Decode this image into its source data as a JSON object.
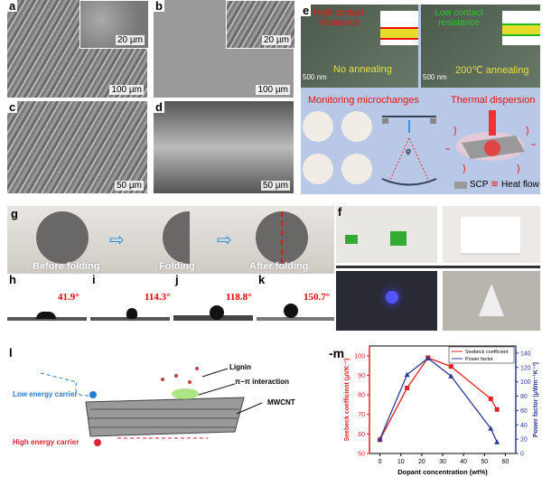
{
  "panels": {
    "a": {
      "label": "a",
      "scale_main": "100 µm",
      "scale_inset": "20 µm"
    },
    "b": {
      "label": "b",
      "scale_main": "100 µm",
      "scale_inset": "20 µm"
    },
    "c": {
      "label": "c",
      "scale": "50 µm"
    },
    "d": {
      "label": "d",
      "scale": "50 µm"
    },
    "e": {
      "label": "e",
      "left_title": "High contact resistance",
      "left_caption": "No annealing",
      "left_scale": "500 nm",
      "right_title": "Low contact resistance",
      "right_caption": "200℃ annealing",
      "right_scale": "500 nm",
      "monitoring": "Monitoring microchanges",
      "thermal": "Thermal dispersion",
      "angle_symbol": "φ",
      "heat_arrow": "Heat flow",
      "legend_scp": "SCP",
      "legend_heat": "Heat flow"
    },
    "f": {
      "label": "f"
    },
    "g": {
      "label": "g",
      "steps": [
        "Before folding",
        "Folding",
        "After folding"
      ]
    },
    "contact": [
      {
        "label": "h",
        "angle": "41.9°"
      },
      {
        "label": "i",
        "angle": "114.3°"
      },
      {
        "label": "j",
        "angle": "118.8°"
      },
      {
        "label": "k",
        "angle": "150.7°"
      }
    ],
    "l": {
      "label": "l",
      "lignin": "Lignin",
      "pi": "π−π interaction",
      "mwcnt": "MWCNT",
      "low": "Low energy carrier",
      "high": "High energy carrier"
    },
    "m": {
      "label": "-m"
    }
  },
  "chart_data": {
    "type": "line",
    "xlabel": "Dopant concentration (wt%)",
    "ylabel": "Seebeck coefficient (μVK⁻¹)",
    "y2label": "Power factor (μWm⁻¹K⁻²)",
    "xlim": [
      -5,
      65
    ],
    "ylim": [
      50,
      105
    ],
    "y2lim": [
      0,
      150
    ],
    "xticks": [
      0,
      10,
      20,
      30,
      40,
      50,
      60
    ],
    "yticks": [
      50,
      60,
      70,
      80,
      90,
      100
    ],
    "y2ticks": [
      0,
      20,
      40,
      60,
      80,
      100,
      120,
      140
    ],
    "legend_position": "top-right",
    "series": [
      {
        "name": "Seebeck coefficient",
        "axis": "left",
        "color": "#e02020",
        "marker": "square",
        "x": [
          0,
          13,
          23,
          34,
          53,
          56
        ],
        "y": [
          57,
          83.5,
          99,
          94.5,
          78,
          72.5
        ]
      },
      {
        "name": "Power factor",
        "axis": "right",
        "color": "#2a3a9a",
        "marker": "triangle",
        "x": [
          0,
          13,
          23,
          34,
          53,
          56
        ],
        "y": [
          20,
          110,
          133,
          108,
          35,
          16
        ]
      }
    ]
  }
}
